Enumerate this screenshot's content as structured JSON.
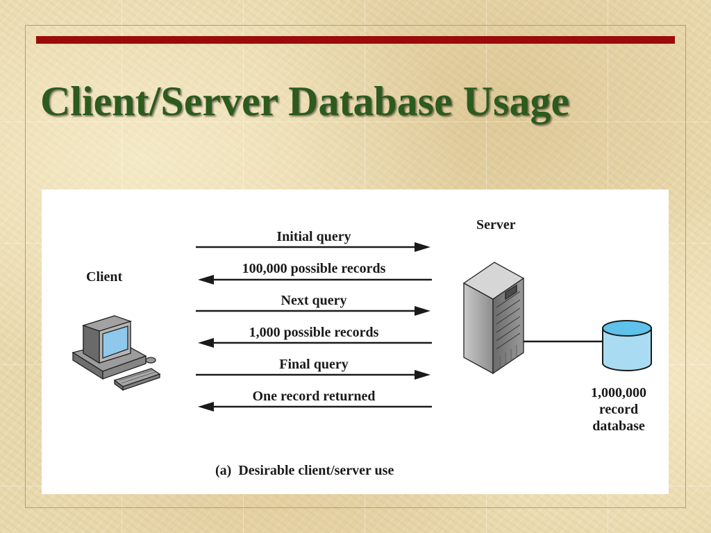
{
  "slide": {
    "title": "Client/Server Database Usage",
    "accent_color": "#9b0b0b",
    "title_color": "#2d5a1e"
  },
  "diagram": {
    "client_label": "Client",
    "server_label": "Server",
    "database_label": [
      "1,000,000",
      "record",
      "database"
    ],
    "messages": [
      {
        "text": "Initial query",
        "direction": "to-server"
      },
      {
        "text": "100,000 possible records",
        "direction": "to-client"
      },
      {
        "text": "Next query",
        "direction": "to-server"
      },
      {
        "text": "1,000 possible records",
        "direction": "to-client"
      },
      {
        "text": "Final query",
        "direction": "to-server"
      },
      {
        "text": "One record returned",
        "direction": "to-client"
      }
    ],
    "caption": "(a)  Desirable client/server use",
    "icons": {
      "client": "desktop-computer-icon",
      "server": "server-tower-icon",
      "database": "database-cylinder-icon"
    },
    "colors": {
      "database_fill": "#a9dcf2",
      "screen_fill": "#8fc8ea"
    }
  }
}
